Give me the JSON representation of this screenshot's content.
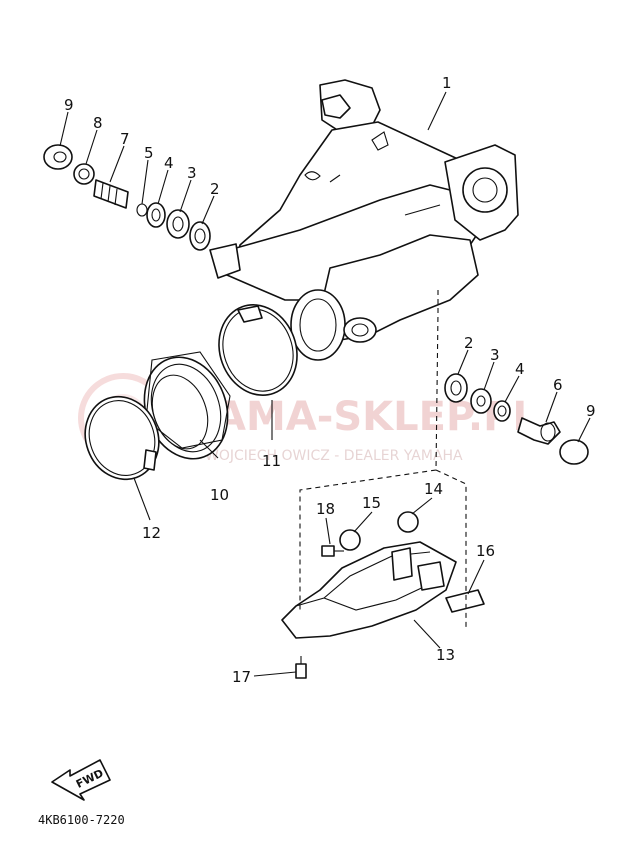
{
  "diagram": {
    "part_code": "4KB6100-7220",
    "fwd_label": "FWD",
    "watermark": {
      "main": "AMA-SKLEP.PL",
      "sub": "WOJCIECH OWICZ - DEALER YAMAHA"
    },
    "callouts": {
      "c1": "1",
      "c2a": "2",
      "c3a": "3",
      "c4a": "4",
      "c5": "5",
      "c7": "7",
      "c8": "8",
      "c9a": "9",
      "c2b": "2",
      "c3b": "3",
      "c4b": "4",
      "c6": "6",
      "c9b": "9",
      "c10": "10",
      "c11": "11",
      "c12": "12",
      "c13": "13",
      "c14": "14",
      "c15": "15",
      "c16": "16",
      "c17": "17",
      "c18": "18"
    },
    "colors": {
      "line": "#111111",
      "watermark": "#e6b0b0"
    }
  }
}
